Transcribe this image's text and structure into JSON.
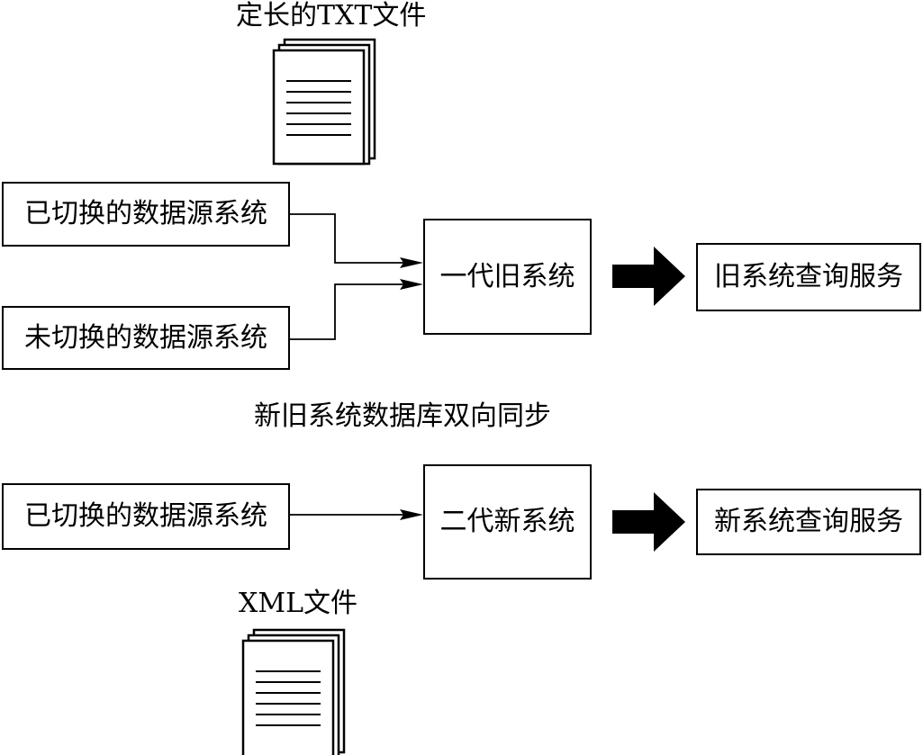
{
  "labels": {
    "txt_file": "定长的TXT文件",
    "sync": "新旧系统数据库双向同步",
    "xml_file": "XML文件"
  },
  "boxes": {
    "old_switched_source": "已切换的数据源系统",
    "unswitched_source": "未切换的数据源系统",
    "old_system": "一代旧系统",
    "old_query": "旧系统查询服务",
    "new_switched_source": "已切换的数据源系统",
    "new_system": "二代新系统",
    "new_query": "新系统查询服务"
  },
  "icons": {
    "txt_stack": "document-stack-icon",
    "xml_stack": "document-stack-icon",
    "old_arrow": "thick-right-arrow-icon",
    "new_arrow": "thick-right-arrow-icon"
  }
}
